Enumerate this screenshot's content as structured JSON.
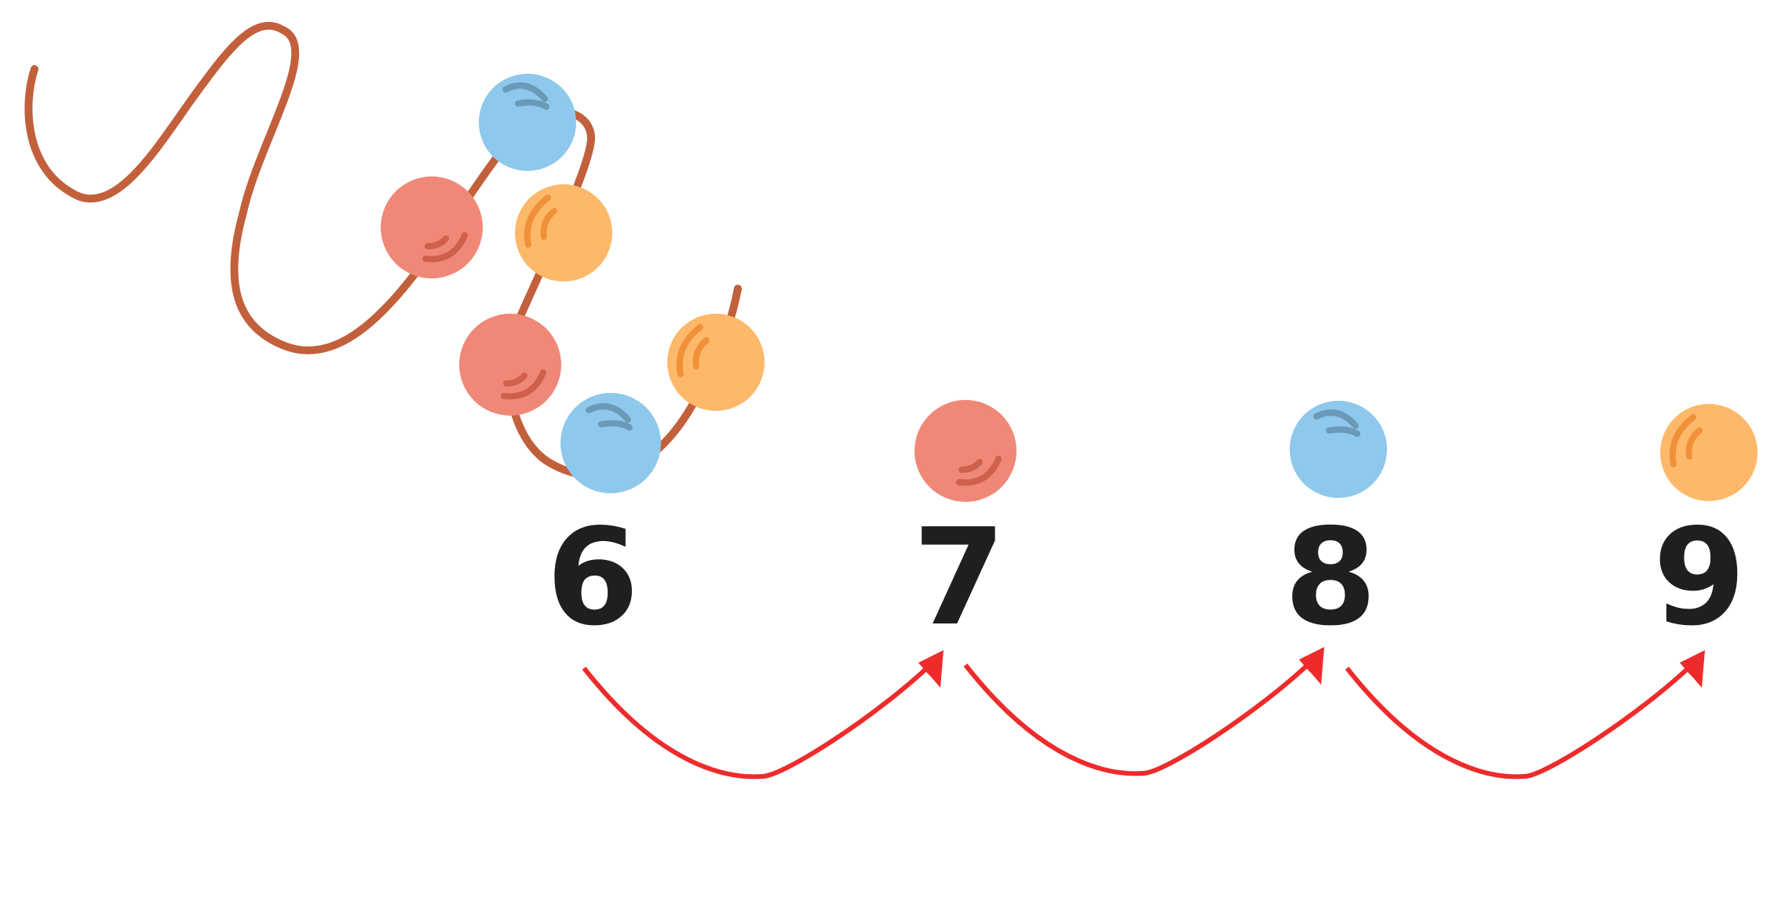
{
  "colors": {
    "background": "#ffffff",
    "string": "#C2603C",
    "arrow": "#EE2B2B",
    "number": "#1F1F1F",
    "bead_red": "#F08878",
    "bead_red_shine": "#D0604E",
    "bead_blue": "#8EC8EC",
    "bead_blue_shine": "#6A9AB8",
    "bead_orange": "#FDB969",
    "bead_orange_shine": "#F0913A"
  },
  "string_beads": [
    {
      "color": "blue"
    },
    {
      "color": "red"
    },
    {
      "color": "orange"
    },
    {
      "color": "red"
    },
    {
      "color": "blue"
    },
    {
      "color": "orange"
    }
  ],
  "sequence": [
    {
      "number": "6",
      "bead": null
    },
    {
      "number": "7",
      "bead": "red"
    },
    {
      "number": "8",
      "bead": "blue"
    },
    {
      "number": "9",
      "bead": "orange"
    }
  ],
  "arrows": [
    {
      "from": "6",
      "to": "7"
    },
    {
      "from": "7",
      "to": "8"
    },
    {
      "from": "8",
      "to": "9"
    }
  ]
}
